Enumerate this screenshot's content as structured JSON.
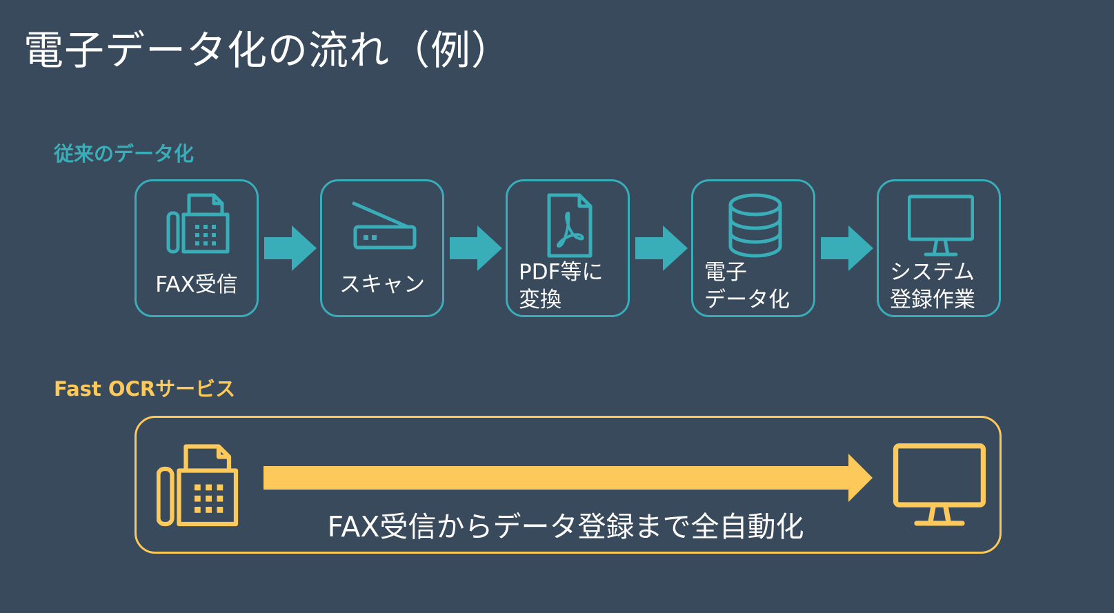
{
  "title": "電子データ化の流れ（例）",
  "traditional": {
    "label": "従来のデータ化",
    "steps": [
      {
        "label": "FAX受信",
        "icon": "fax-icon"
      },
      {
        "label": "スキャン",
        "icon": "scanner-icon"
      },
      {
        "label": "PDF等に\n変換",
        "icon": "pdf-file-icon"
      },
      {
        "label": "電子\nデータ化",
        "icon": "database-icon"
      },
      {
        "label": "システム\n登録作業",
        "icon": "monitor-icon"
      }
    ]
  },
  "fast_ocr": {
    "label": "Fast OCRサービス",
    "caption": "FAX受信からデータ登録まで全自動化",
    "start_icon": "fax-icon",
    "end_icon": "monitor-icon"
  },
  "colors": {
    "background": "#384a5c",
    "teal": "#39adb8",
    "yellow": "#fdc95a",
    "text": "#ffffff"
  }
}
